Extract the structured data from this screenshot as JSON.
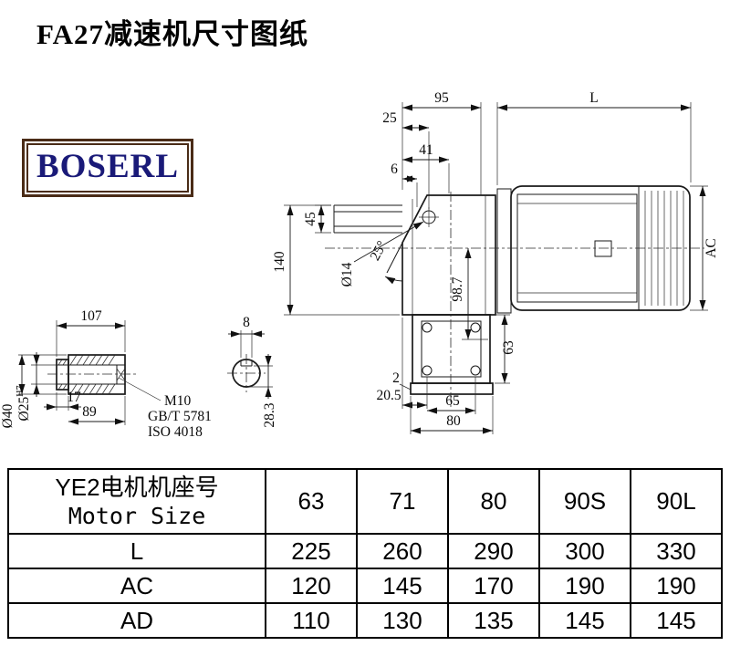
{
  "page": {
    "title": "FA27减速机尺寸图纸"
  },
  "logo": {
    "text": "BOSERL",
    "text_color": "#1a1a78",
    "border_color": "#4a2c17"
  },
  "drawing": {
    "main_view": {
      "dim_95": "95",
      "dim_25_top": "25",
      "dim_L": "L",
      "dim_41": "41",
      "dim_6": "6",
      "dim_45": "45",
      "angle_25deg": "25°",
      "dim_140": "140",
      "dia_14": "Ø14",
      "dim_98_7": "98.7",
      "dim_AC": "AC",
      "dim_63": "63",
      "dim_2": "2",
      "dim_20_5": "20.5",
      "dim_65": "65",
      "dim_80": "80"
    },
    "shaft_view": {
      "dim_107": "107",
      "dim_17": "17",
      "dim_89": "89",
      "dia_40": "Ø40",
      "dia_25": "Ø25",
      "dia_25_tol": "H7",
      "note_m10": "M10",
      "note_gbt": "GB/T 5781",
      "note_iso": "ISO 4018",
      "dim_8": "8",
      "dim_28_3": "28.3"
    }
  },
  "table": {
    "header": {
      "cn": "YE2电机机座号",
      "en": "Motor Size"
    },
    "motor_sizes": [
      "63",
      "71",
      "80",
      "90S",
      "90L"
    ],
    "rows": [
      {
        "label": "L",
        "values": [
          "225",
          "260",
          "290",
          "300",
          "330"
        ]
      },
      {
        "label": "AC",
        "values": [
          "120",
          "145",
          "170",
          "190",
          "190"
        ]
      },
      {
        "label": "AD",
        "values": [
          "110",
          "130",
          "135",
          "145",
          "145"
        ]
      }
    ]
  }
}
